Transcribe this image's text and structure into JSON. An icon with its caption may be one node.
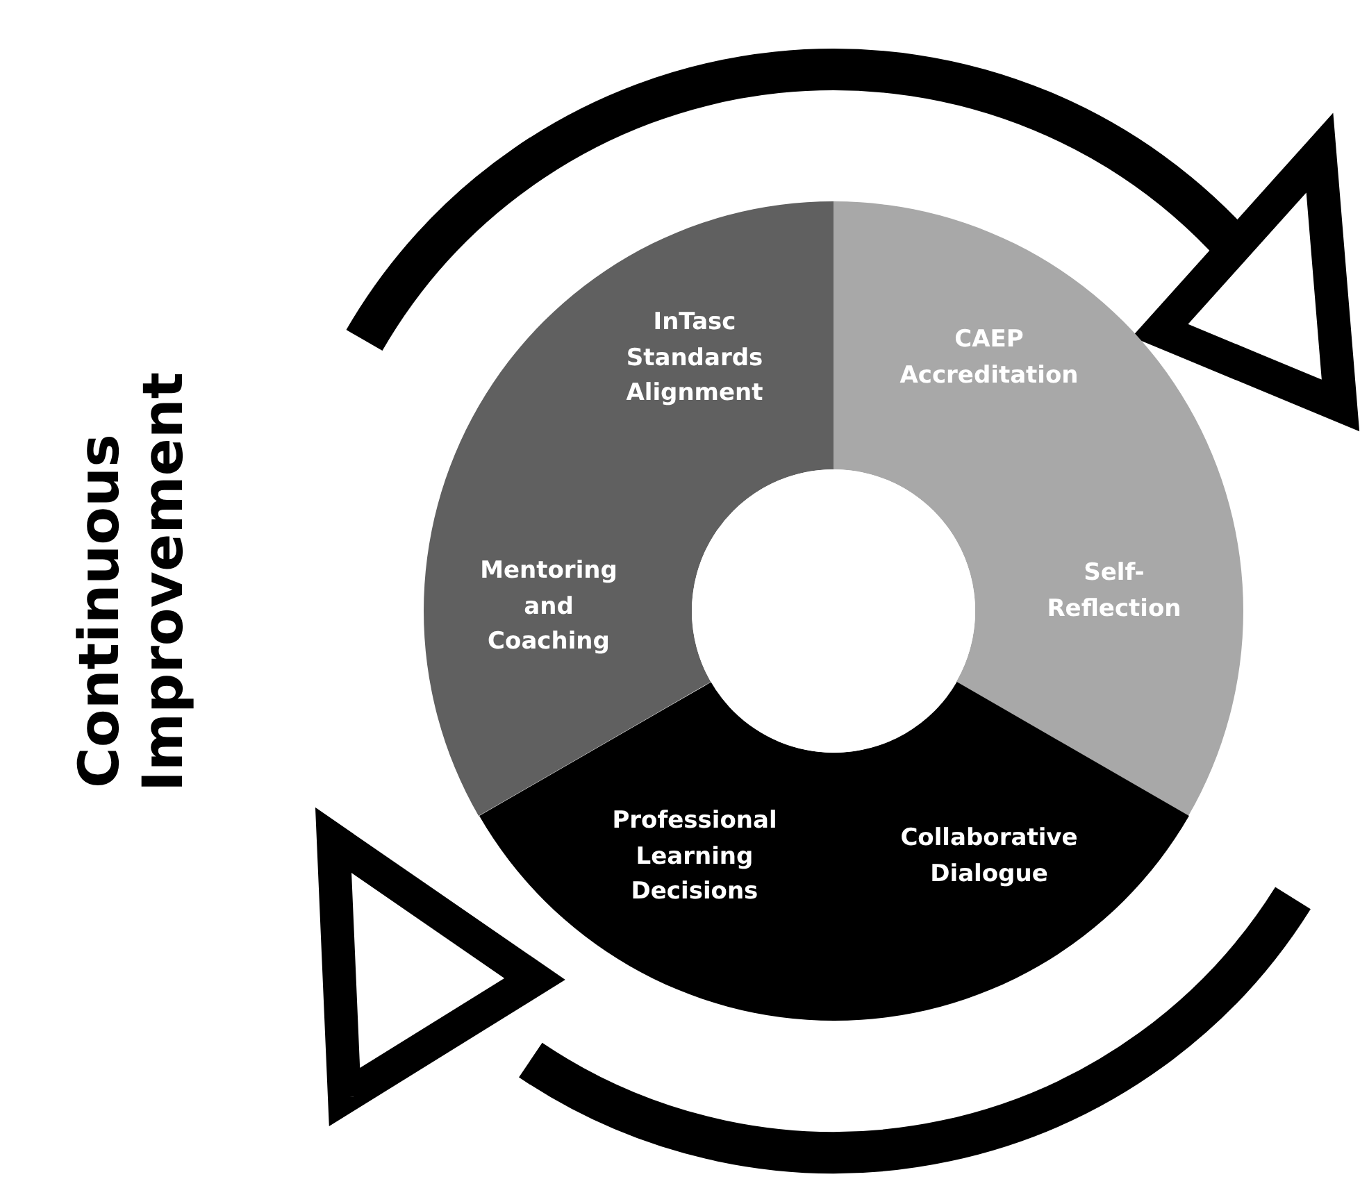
{
  "diagram": {
    "nodes": [
      {
        "text": [
          "InTasc Standards Alignment",
          "Mentoring and Coaching"
        ]
      },
      {
        "text": [
          "CAEP Accreditation",
          "Self-Reflection"
        ]
      },
      {
        "text": [
          "Professional Learning Decisions",
          "Collaborative Dialogue"
        ]
      },
      {
        "text": [],
        "shape": "circle"
      }
    ],
    "edges": [],
    "labels": [
      "Continuous Improvement"
    ]
  }
}
